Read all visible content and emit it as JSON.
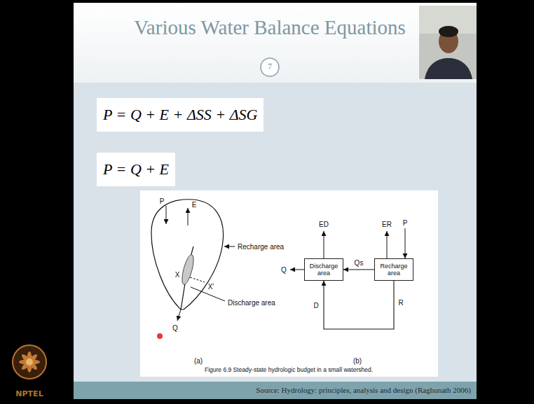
{
  "diagram": {
    "title": "Various Water Balance Equations",
    "caption": "Figure 6.9 Steady-state hydrologic budget in a small watershed.",
    "nodes": [
      {
        "text": [
          "P = Q + E + ΔSS + ΔSG"
        ]
      },
      {
        "text": [
          "P = Q + E"
        ]
      },
      {
        "text": [
          "Discharge area"
        ]
      },
      {
        "text": [
          "Recharge area"
        ]
      }
    ],
    "edges": [
      {
        "from": 3,
        "to": 2,
        "arrow": "to",
        "label": "Qs"
      },
      {
        "from": 3,
        "to": 2,
        "arrow": "to"
      }
    ],
    "labels": [
      "7",
      "P",
      "E",
      "Recharge area",
      "X",
      "X'",
      "Discharge area",
      "Q",
      "(a)",
      "ED",
      "ER",
      "P",
      "Q",
      "D",
      "R",
      "(b)",
      "Source: Hydrology: principles, analysis and design (Raghunath 2006)",
      "NPTEL"
    ]
  }
}
